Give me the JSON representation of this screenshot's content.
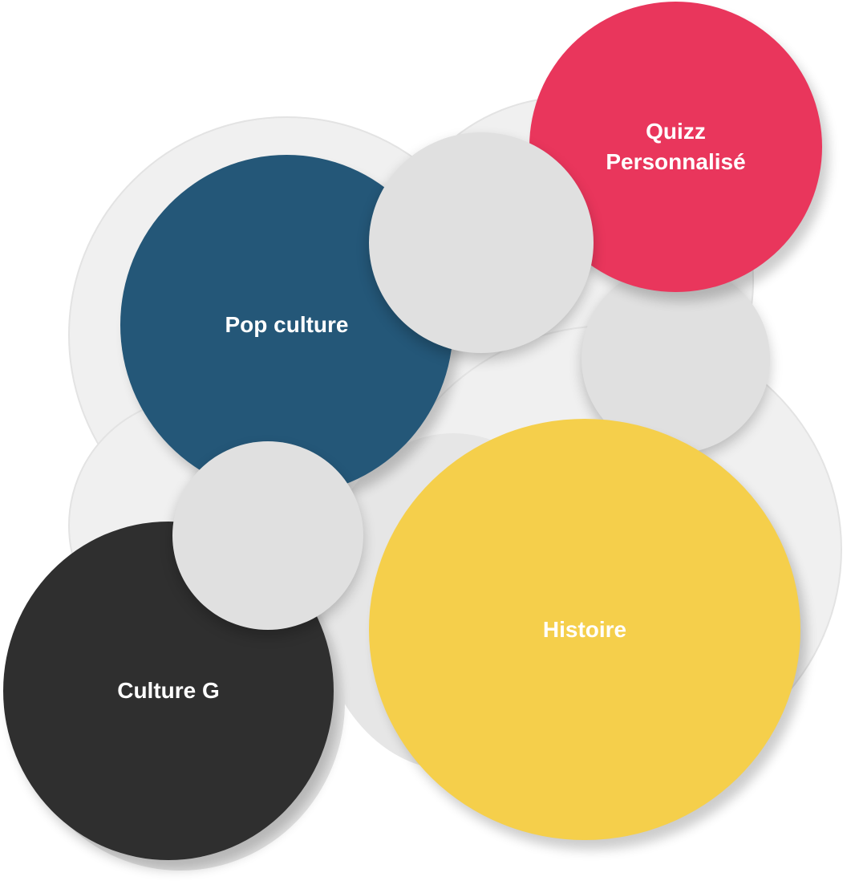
{
  "categories": {
    "quizz_personnalise": {
      "line1": "Quizz",
      "line2": "Personnalisé",
      "color": "#e9365c"
    },
    "pop_culture": {
      "label": "Pop culture",
      "color": "#245778"
    },
    "histoire": {
      "label": "Histoire",
      "color": "#f5cf4b"
    },
    "culture_g": {
      "label": "Culture G",
      "color": "#2f2f2f"
    }
  },
  "palette": {
    "background_bubble": "#f0f0f0",
    "filler_bubble": "#e0e0e0",
    "text": "#ffffff"
  }
}
